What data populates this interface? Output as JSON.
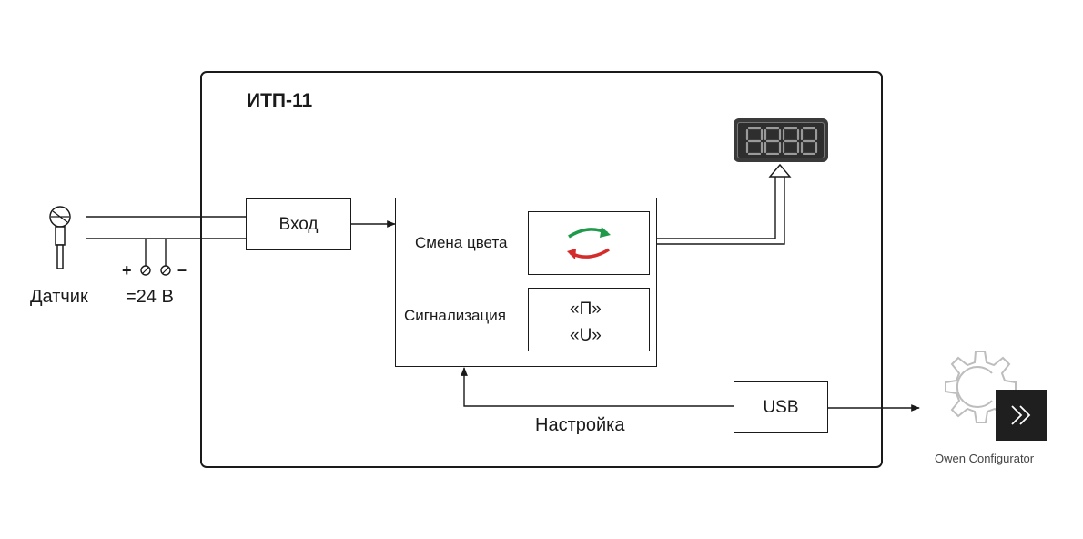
{
  "device": {
    "title": "ИТП-11"
  },
  "sensor": {
    "label": "Датчик",
    "icon": "thermocouple-probe-icon"
  },
  "power": {
    "plus": "+",
    "minus": "–",
    "label": "=24 В"
  },
  "blocks": {
    "input": "Вход",
    "color_change": "Смена цвета",
    "signaling": "Сигнализация",
    "signal_p": "«П»",
    "signal_u": "«U»",
    "usb": "USB"
  },
  "connections": {
    "setup_label": "Настройка"
  },
  "display": {
    "digits": "8888",
    "color": "#9a9a9a"
  },
  "configurator": {
    "label": "Owen Configurator",
    "icon": "gear-chevron-icon"
  },
  "colors": {
    "arrow_green": "#1f9a4a",
    "arrow_red": "#d42b2b",
    "line": "#1a1a1a"
  }
}
